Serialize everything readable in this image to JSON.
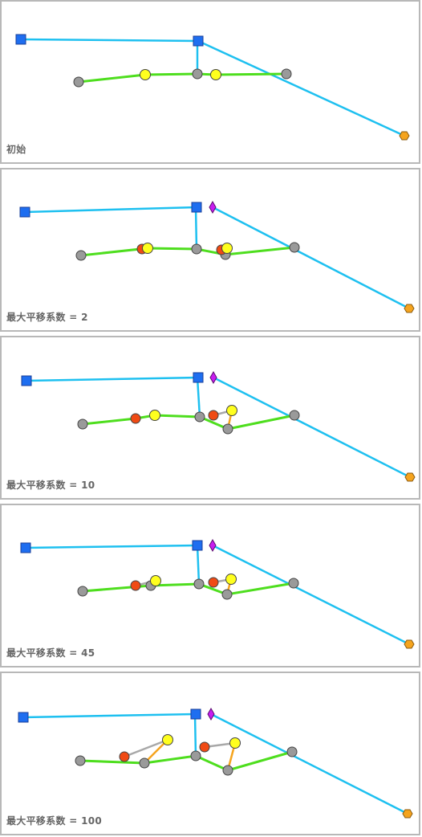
{
  "panels": [
    {
      "caption": "初始",
      "value": ""
    },
    {
      "caption": "最大平移系数 =",
      "value": "2"
    },
    {
      "caption": "最大平移系数 =",
      "value": "10"
    },
    {
      "caption": "最大平移系数 =",
      "value": "45"
    },
    {
      "caption": "最大平移系数 =",
      "value": "100"
    }
  ],
  "colors": {
    "blue_line": "#1ec0f0",
    "green_line": "#4ede1e",
    "orange_line": "#f5a41e",
    "gray_line": "#a8a8a8",
    "blue_square": "#1e6ef0",
    "gray_node": "#9a9a9a",
    "yellow_node": "#ffff1e",
    "red_node": "#f04a14",
    "orange_hex": "#f5a41e",
    "purple_diamond": "#c81ef0"
  },
  "icons": {
    "endpoint": "blue-square-icon",
    "junction": "gray-circle-icon",
    "original_position": "yellow-circle-icon",
    "displaced_position": "red-circle-icon",
    "terminal": "orange-hexagon-icon",
    "connector": "purple-diamond-icon"
  }
}
